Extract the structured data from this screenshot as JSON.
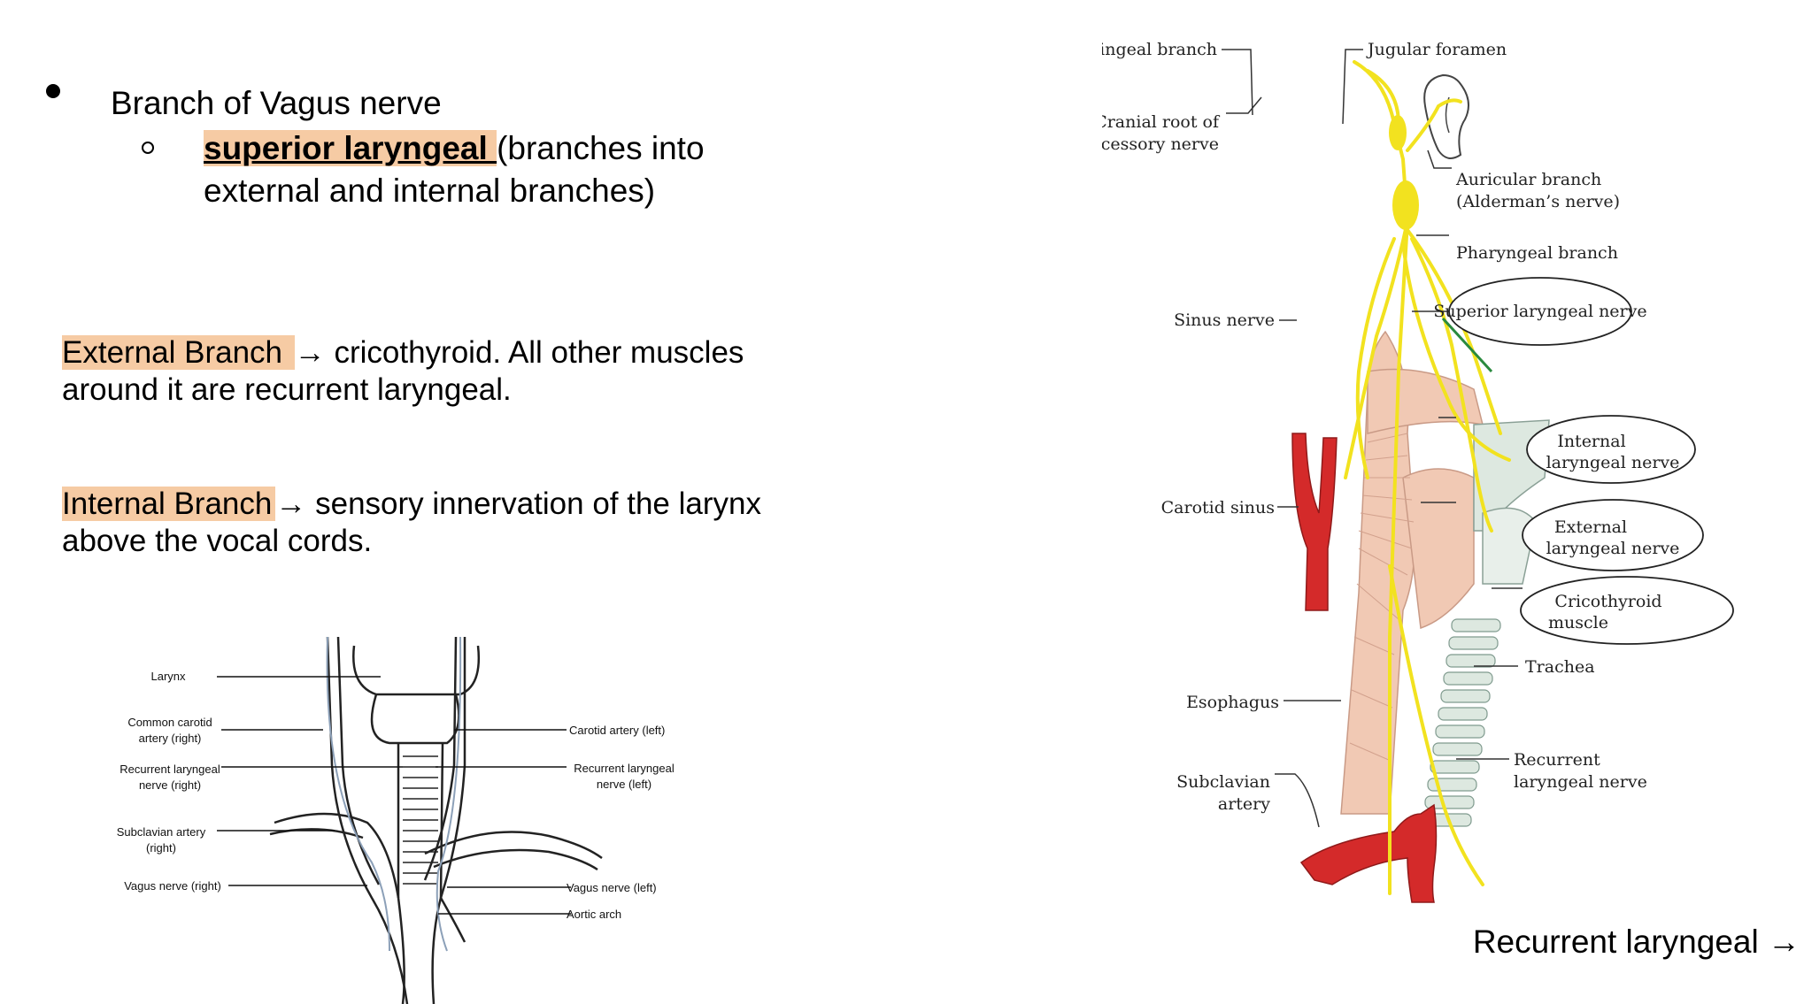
{
  "bullets": {
    "level1": "Branch of Vagus nerve",
    "level2_highlight": "superior laryngeal ",
    "level2_rest": "(branches into external and internal branches)"
  },
  "paragraphs": {
    "external_label": "External Branch ",
    "external_arrow": "→",
    "external_text": " cricothyroid. All other muscles around it are recurrent laryngeal.",
    "internal_label": "Internal Branch",
    "internal_arrow": "→",
    "internal_text": "  sensory innervation of the larynx above the vocal cords."
  },
  "diagram_left": {
    "labels": {
      "larynx": "Larynx",
      "common_carotid_1": "Common carotid",
      "common_carotid_2": "artery (right)",
      "recurrent_right_1": "Recurrent laryngeal",
      "recurrent_right_2": "nerve (right)",
      "subclavian_1": "Subclavian artery",
      "subclavian_2": "(right)",
      "vagus_right": "Vagus nerve (right)",
      "carotid_left": "Carotid artery (left)",
      "recurrent_left_1": "Recurrent laryngeal",
      "recurrent_left_2": "nerve (left)",
      "vagus_left": "Vagus nerve (left)",
      "aortic_arch": "Aortic arch"
    }
  },
  "diagram_right": {
    "labels": {
      "meningeal": "Meningeal branch",
      "jugular": "Jugular foramen",
      "cranial_1": "Cranial root of",
      "cranial_2": "accessory nerve",
      "auricular_1": "Auricular branch",
      "auricular_2": "(Alderman’s nerve)",
      "pharyngeal": "Pharyngeal branch",
      "sinus": "Sinus nerve",
      "superior_laryngeal": "Superior laryngeal nerve",
      "internal_1": "Internal",
      "internal_2": "laryngeal nerve",
      "carotid_sinus": "Carotid sinus",
      "external_1": "External",
      "external_2": "laryngeal nerve",
      "cricothyroid_1": "Cricothyroid",
      "cricothyroid_2": "muscle",
      "trachea": "Trachea",
      "esophagus": "Esophagus",
      "subclavian_1": "Subclavian",
      "subclavian_2": "artery",
      "recurrent_1": "Recurrent",
      "recurrent_2": "laryngeal nerve"
    },
    "colors": {
      "nerve": "#f2e21f",
      "artery": "#d42a2a",
      "muscle": "#f1c9b4",
      "cartilage": "#dde8e0"
    }
  },
  "caption": {
    "text": "Recurrent laryngeal",
    "arrow": "→"
  }
}
